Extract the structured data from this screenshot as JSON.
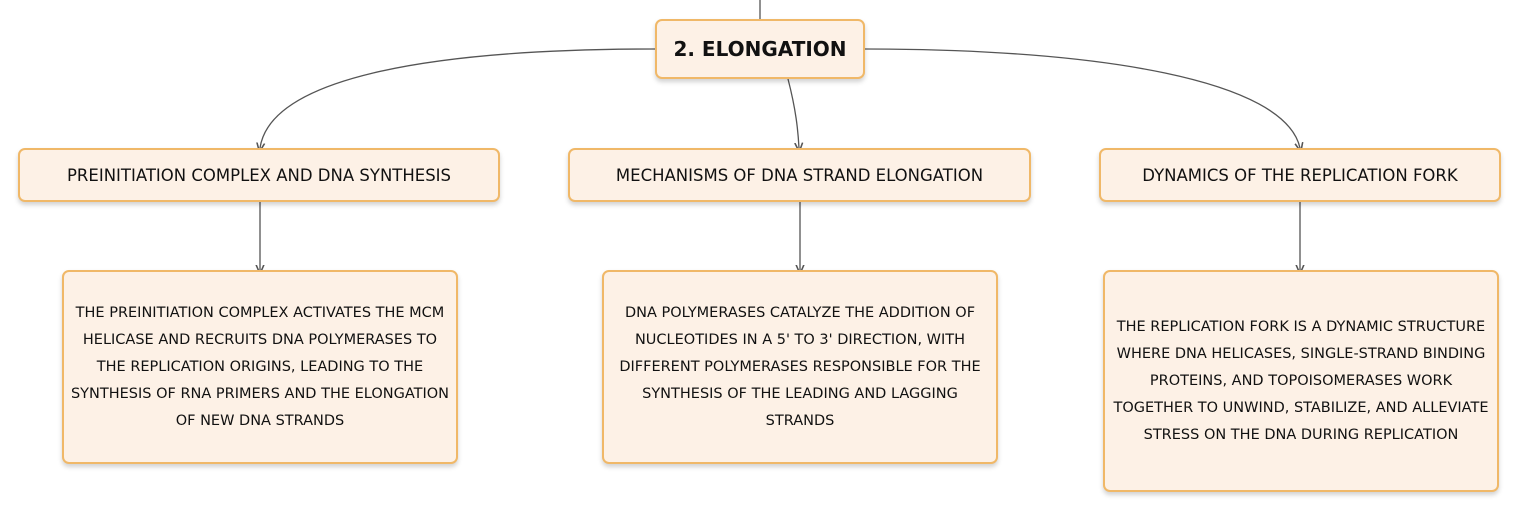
{
  "root": {
    "label": "2. ELONGATION"
  },
  "topics": [
    {
      "label": "PREINITIATION COMPLEX AND DNA SYNTHESIS",
      "detail": "THE PREINITIATION COMPLEX ACTIVATES THE MCM HELICASE AND RECRUITS DNA POLYMERASES TO THE REPLICATION ORIGINS, LEADING TO THE SYNTHESIS OF RNA PRIMERS AND THE ELONGATION OF NEW DNA STRANDS"
    },
    {
      "label": "MECHANISMS OF DNA STRAND ELONGATION",
      "detail": "DNA POLYMERASES CATALYZE THE ADDITION OF NUCLEOTIDES IN A 5' TO 3' DIRECTION, WITH DIFFERENT POLYMERASES RESPONSIBLE FOR THE SYNTHESIS OF THE LEADING AND LAGGING STRANDS"
    },
    {
      "label": "DYNAMICS OF THE REPLICATION FORK",
      "detail": "THE REPLICATION FORK IS A DYNAMIC STRUCTURE WHERE DNA HELICASES, SINGLE-STRAND BINDING PROTEINS, AND TOPOISOMERASES WORK TOGETHER TO UNWIND, STABILIZE, AND ALLEVIATE STRESS ON THE DNA DURING REPLICATION"
    }
  ],
  "colors": {
    "node_fill": "#fdf1e6",
    "node_border": "#f0b868",
    "connector": "#555555"
  }
}
